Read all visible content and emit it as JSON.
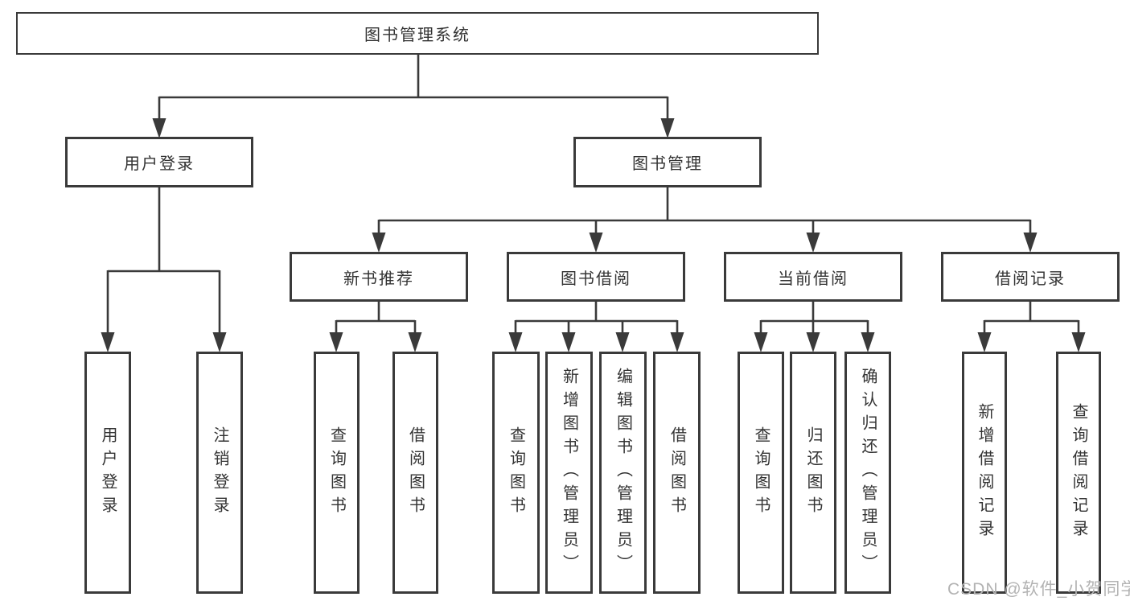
{
  "nodes": {
    "root": "图书管理系统",
    "user_login": "用户登录",
    "book_management": "图书管理",
    "new_book_recommend": "新书推荐",
    "book_borrowing": "图书借阅",
    "current_borrowing": "当前借阅",
    "borrowing_records": "借阅记录"
  },
  "leaves": {
    "user_login": [
      "用户登录",
      "注销登录"
    ],
    "new_book_recommend": [
      "查询图书",
      "借阅图书"
    ],
    "book_borrowing": [
      "查询图书",
      "新增图书（管理员）",
      "编辑图书（管理员）",
      "借阅图书"
    ],
    "current_borrowing": [
      "查询图书",
      "归还图书",
      "确认归还（管理员）"
    ],
    "borrowing_records": [
      "新增借阅记录",
      "查询借阅记录"
    ]
  },
  "watermark": {
    "text": "CSDN @软件_小贺同学"
  },
  "colors": {
    "line": "#3a3a3a",
    "box_border": "#3a3a3a",
    "text": "#333333",
    "watermark": "#b3b3b3",
    "background": "#ffffff"
  }
}
